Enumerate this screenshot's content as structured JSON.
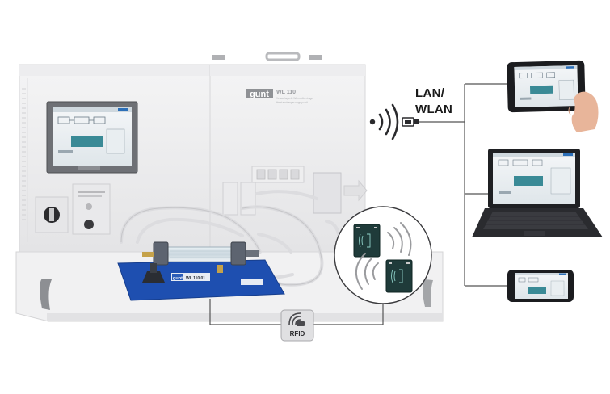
{
  "product": {
    "brand": "gunt",
    "model": "WL 110",
    "subtitle_line1": "Versuchsgerät Wärmeübertrager",
    "subtitle_line2": "Heat exchanger supply unit",
    "plate_brand": "gunt",
    "plate_model": "WL 110.01"
  },
  "network": {
    "line1": "LAN/",
    "line2": "WLAN"
  },
  "rfid": {
    "label": "RFID"
  },
  "icons": [
    "wireless-signal-icon",
    "usb-plug-icon",
    "rfid-icon",
    "nfc-wave-icon",
    "tablet-icon",
    "laptop-icon",
    "smartphone-icon"
  ],
  "colors": {
    "unit_body": "#ececee",
    "mat_blue": "#1e4fb0",
    "screen_teal": "#3a8a96",
    "connector_line": "#555555"
  }
}
